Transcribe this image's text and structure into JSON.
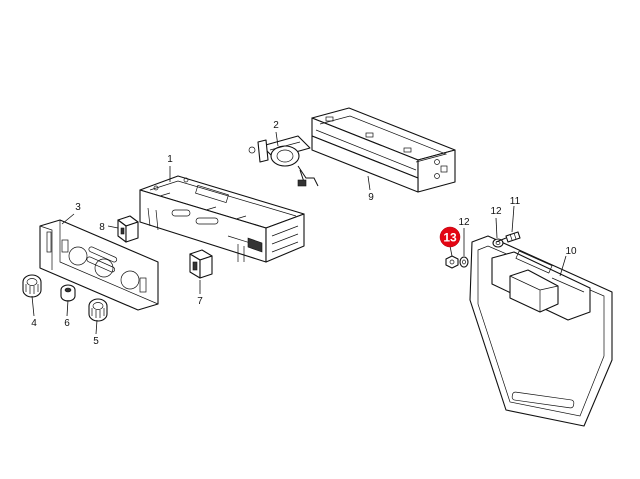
{
  "diagram": {
    "highlighted_callout": "13",
    "highlight_color": "#e30613",
    "callouts": {
      "c1": "1",
      "c2": "2",
      "c3": "3",
      "c4": "4",
      "c5": "5",
      "c6": "6",
      "c7": "7",
      "c8": "8",
      "c9": "9",
      "c10": "10",
      "c11": "11",
      "c12_left": "12",
      "c12_right": "12",
      "c13": "13"
    }
  }
}
